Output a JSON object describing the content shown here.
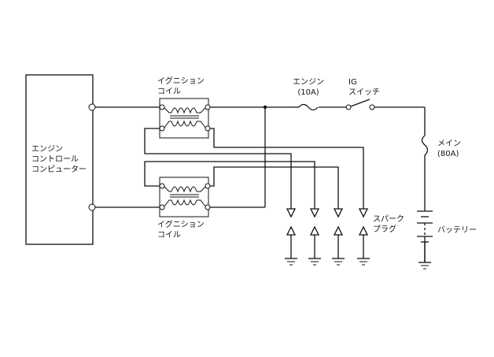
{
  "labels": {
    "ecu": [
      "エンジン",
      "コントロール",
      "コンピューター"
    ],
    "coil_top": [
      "イグニション",
      "コイル"
    ],
    "coil_bottom": [
      "イグニション",
      "コイル"
    ],
    "engine_fuse": [
      "エンジン",
      "(10A)"
    ],
    "ig_switch": [
      "IG",
      "スイッチ"
    ],
    "main_fuse": [
      "メイン",
      "(80A)"
    ],
    "spark_plug": [
      "スパーク",
      "プラグ"
    ],
    "battery": "バッテリー"
  }
}
